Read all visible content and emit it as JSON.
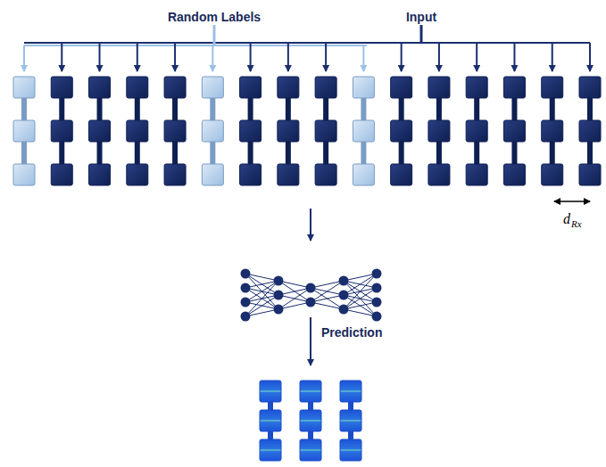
{
  "diagram": {
    "labels": [
      "Random Labels",
      "Input",
      "Prediction",
      "d",
      "Rx"
    ]
  }
}
